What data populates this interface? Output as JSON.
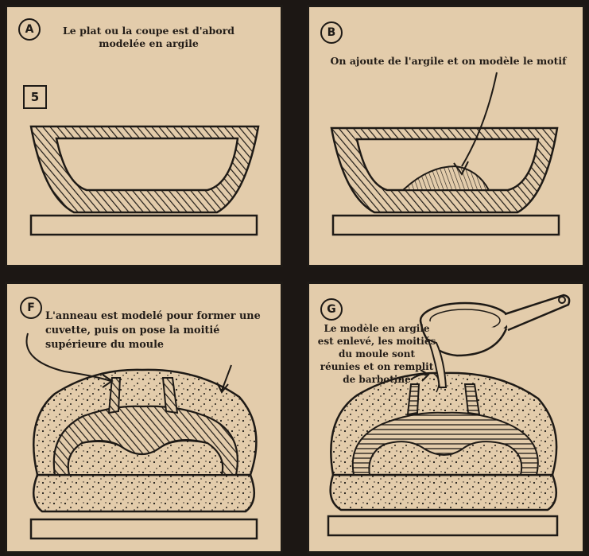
{
  "panels": [
    {
      "id": "panel-a",
      "letter": "A",
      "caption": "Le plat ou la coupe est d'abord modelée en argile",
      "number_badge": "5"
    },
    {
      "id": "panel-b",
      "letter": "B",
      "caption": "On ajoute de l'argile et on modèle le motif"
    },
    {
      "id": "panel-f",
      "letter": "F",
      "caption": "L'anneau est modelé pour former une cuvette, puis on pose la moitié supérieure du moule"
    },
    {
      "id": "panel-g",
      "letter": "G",
      "caption": "Le modèle en argile est enlevé, les moitiés du moule sont réunies et on remplit de barbotine"
    }
  ],
  "colors": {
    "paper": "#e3ccab",
    "ink": "#1e1a16",
    "gutter": "#1c1714"
  }
}
